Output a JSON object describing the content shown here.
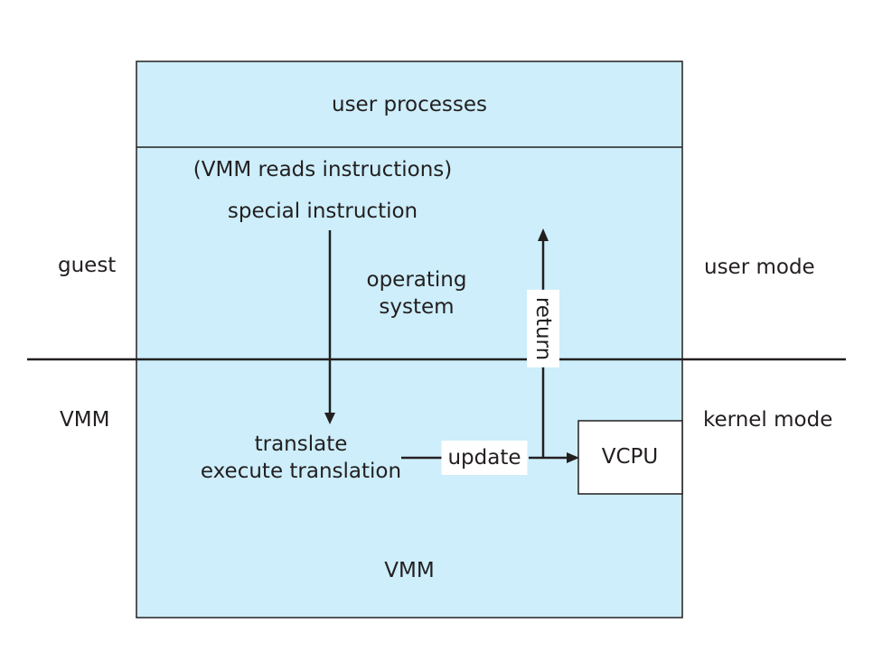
{
  "diagram": {
    "top_box_label": "user processes",
    "reads_label": "(VMM reads instructions)",
    "special_label": "special instruction",
    "os_label_line1": "operating",
    "os_label_line2": "system",
    "guest_label": "guest",
    "user_mode_label": "user mode",
    "vmm_side_label": "VMM",
    "kernel_mode_label": "kernel mode",
    "translate_line1": "translate",
    "translate_line2": "execute translation",
    "update_label": "update",
    "return_label": "return",
    "vcpu_label": "VCPU",
    "vmm_bottom_label": "VMM"
  },
  "colors": {
    "box_fill": "#cdeefa",
    "line": "#231f20",
    "text": "#231f20",
    "background": "#ffffff"
  }
}
